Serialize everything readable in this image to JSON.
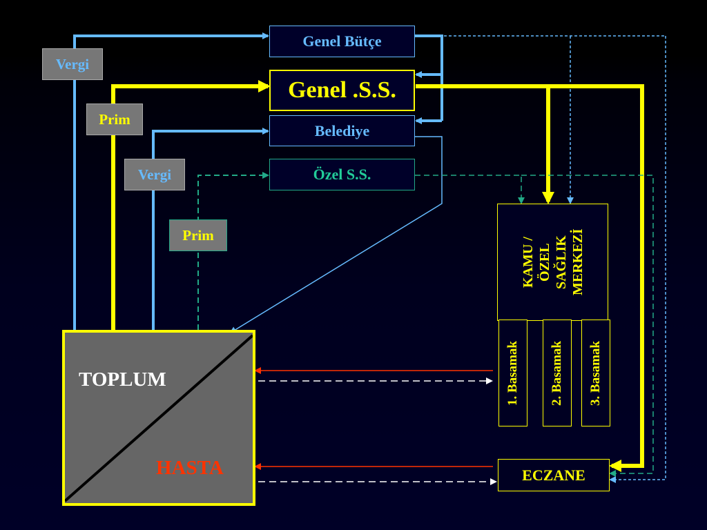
{
  "funds": {
    "genel_butce": "Genel Bütçe",
    "genel_ss": "Genel .S.S.",
    "belediye": "Belediye",
    "ozel_ss": "Özel S.S."
  },
  "tags": {
    "vergi_1": "Vergi",
    "prim_1": "Prim",
    "vergi_2": "Vergi",
    "prim_2": "Prim"
  },
  "toplum_box": {
    "toplum": "TOPLUM",
    "hasta": "HASTA"
  },
  "saglik_merkezi": {
    "title_lines": [
      "KAMU /",
      "ÖZEL",
      "SAĞLIK",
      "MERKEZİ"
    ],
    "basamak": [
      "1. Basamak",
      "2. Basamak",
      "3. Basamak"
    ]
  },
  "eczane": "ECZANE",
  "colors": {
    "tax_blue": "#66bbff",
    "premium_yellow": "#ffff00",
    "private_green": "#22aa88",
    "return_red": "#ff3300",
    "hasta_red": "#ff3300"
  }
}
